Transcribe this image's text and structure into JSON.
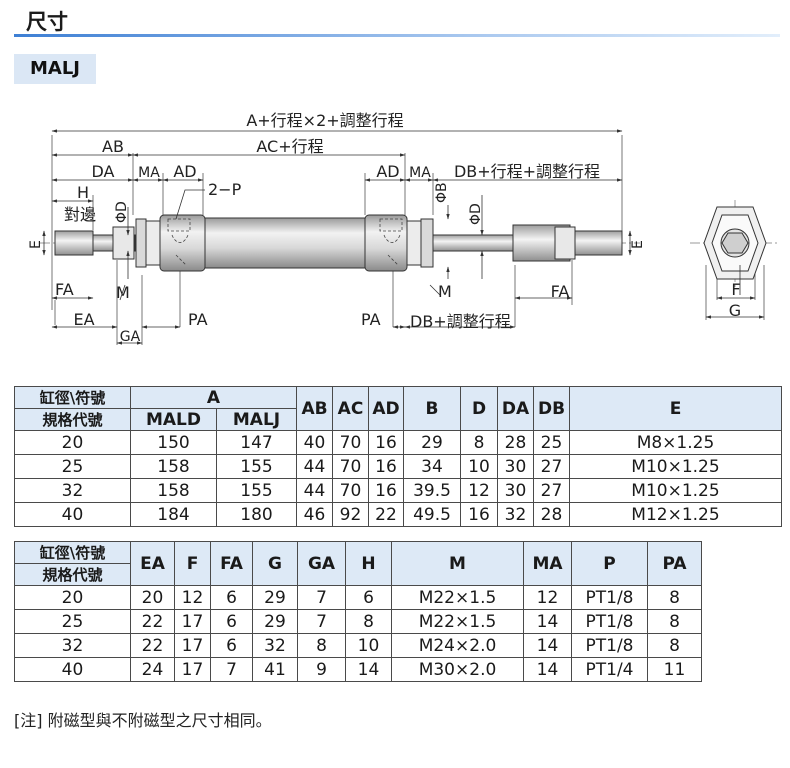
{
  "header": {
    "title": "尺寸"
  },
  "model": "MALJ",
  "drawing": {
    "labels": {
      "overall": "A+行程×2+調整行程",
      "ab": "AB",
      "ac": "AC+行程",
      "da": "DA",
      "ma_left": "MA",
      "ad_left": "AD",
      "ad_right": "AD",
      "ma_right": "MA",
      "db": "DB+行程+調整行程",
      "h": "H",
      "port": "2−P",
      "across_flats": "對邊",
      "phi_d_left": "ΦD",
      "phi_b": "ΦB",
      "phi_d_right": "ΦD",
      "e_left": "E",
      "e_right": "E",
      "fa_left": "FA",
      "m_left": "M",
      "ea": "EA",
      "ga": "GA",
      "pa_left": "PA",
      "pa_right": "PA",
      "m_right": "M",
      "db_adj": "DB+調整行程",
      "fa_right": "FA",
      "f": "F",
      "g": "G"
    }
  },
  "table1": {
    "header_row1": {
      "bore": "缸徑\\符號",
      "a": "A",
      "ab": "AB",
      "ac": "AC",
      "ad": "AD",
      "b": "B",
      "d": "D",
      "da": "DA",
      "db": "DB",
      "e": "E"
    },
    "header_row2": {
      "model": "規格代號",
      "mald": "MALD",
      "malj": "MALJ"
    },
    "rows": [
      [
        "20",
        "150",
        "147",
        "40",
        "70",
        "16",
        "29",
        "8",
        "28",
        "25",
        "M8×1.25"
      ],
      [
        "25",
        "158",
        "155",
        "44",
        "70",
        "16",
        "34",
        "10",
        "30",
        "27",
        "M10×1.25"
      ],
      [
        "32",
        "158",
        "155",
        "44",
        "70",
        "16",
        "39.5",
        "12",
        "30",
        "27",
        "M10×1.25"
      ],
      [
        "40",
        "184",
        "180",
        "46",
        "92",
        "22",
        "49.5",
        "16",
        "32",
        "28",
        "M12×1.25"
      ]
    ]
  },
  "table2": {
    "header_row1": {
      "bore": "缸徑\\符號",
      "ea": "EA",
      "f": "F",
      "fa": "FA",
      "g": "G",
      "ga": "GA",
      "h": "H",
      "m": "M",
      "ma": "MA",
      "p": "P",
      "pa": "PA"
    },
    "header_row2": {
      "model": "規格代號"
    },
    "rows": [
      [
        "20",
        "20",
        "12",
        "6",
        "29",
        "7",
        "6",
        "M22×1.5",
        "12",
        "PT1/8",
        "8"
      ],
      [
        "25",
        "22",
        "17",
        "6",
        "29",
        "7",
        "8",
        "M22×1.5",
        "14",
        "PT1/8",
        "8"
      ],
      [
        "32",
        "22",
        "17",
        "6",
        "32",
        "8",
        "10",
        "M24×2.0",
        "14",
        "PT1/8",
        "8"
      ],
      [
        "40",
        "24",
        "17",
        "7",
        "41",
        "9",
        "14",
        "M30×2.0",
        "14",
        "PT1/4",
        "11"
      ]
    ]
  },
  "note": "[注] 附磁型與不附磁型之尺寸相同。"
}
